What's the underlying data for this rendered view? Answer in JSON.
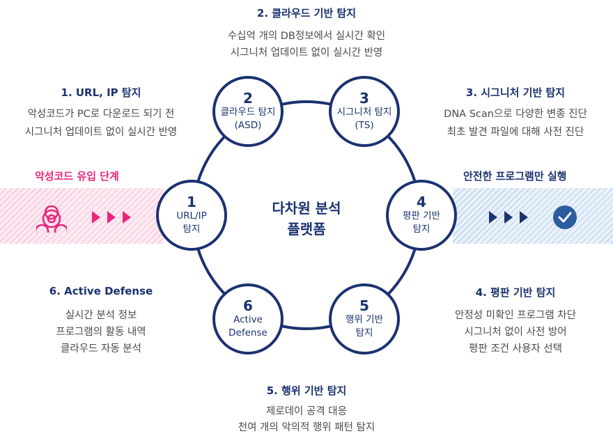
{
  "colors": {
    "navy": "#1b3270",
    "magenta": "#e8267d",
    "blue": "#2b5c9e",
    "text": "#4a4a4a"
  },
  "center": {
    "line1": "다차원 분석",
    "line2": "플랫폼"
  },
  "stages": {
    "inflow": "악성코드 유입 단계",
    "safe": "안전한 프로그램만 실행"
  },
  "icons": {
    "left": "biohazard-icon",
    "arrows": "triple-chevron-icon",
    "right": "check-circle-icon"
  },
  "nodes": [
    {
      "num": "1",
      "line1": "URL/IP",
      "line2": "탐지"
    },
    {
      "num": "2",
      "line1": "클라우드 탐지",
      "line2": "(ASD)"
    },
    {
      "num": "3",
      "line1": "시그니처 탐지",
      "line2": "(TS)"
    },
    {
      "num": "4",
      "line1": "평판 기반",
      "line2": "탐지"
    },
    {
      "num": "5",
      "line1": "행위 기반",
      "line2": "탐지"
    },
    {
      "num": "6",
      "line1": "Active",
      "line2": "Defense"
    }
  ],
  "blocks": [
    {
      "title": "1. URL, IP 탐지",
      "lines": [
        "악성코드가 PC로 다운로드 되기 전",
        "시그니처 업데이트 없이 실시간 반영"
      ]
    },
    {
      "title": "2. 클라우드 기반 탐지",
      "lines": [
        "수십억 개의 DB정보에서 실시간 확인",
        "시그니처 업데이트 없이 실시간 반영"
      ]
    },
    {
      "title": "3. 시그니처 기반 탐지",
      "lines": [
        "DNA Scan으로 다양한 변종 진단",
        "최초 발견 파일에 대해 사전 진단"
      ]
    },
    {
      "title": "4. 평판 기반 탐지",
      "lines": [
        "안정성 미확인 프로그램 차단",
        "시그니처 없이 사전 방어",
        "평판 조건 사용자 선택"
      ]
    },
    {
      "title": "5. 행위 기반 탐지",
      "lines": [
        "제로데이 공격 대응",
        "천여 개의 악의적 행위 패턴 탐지"
      ]
    },
    {
      "title": "6. Active Defense",
      "lines": [
        "실시간 분석 정보",
        "프로그램의 활동 내역",
        "클라우드 자동 분석"
      ]
    }
  ]
}
